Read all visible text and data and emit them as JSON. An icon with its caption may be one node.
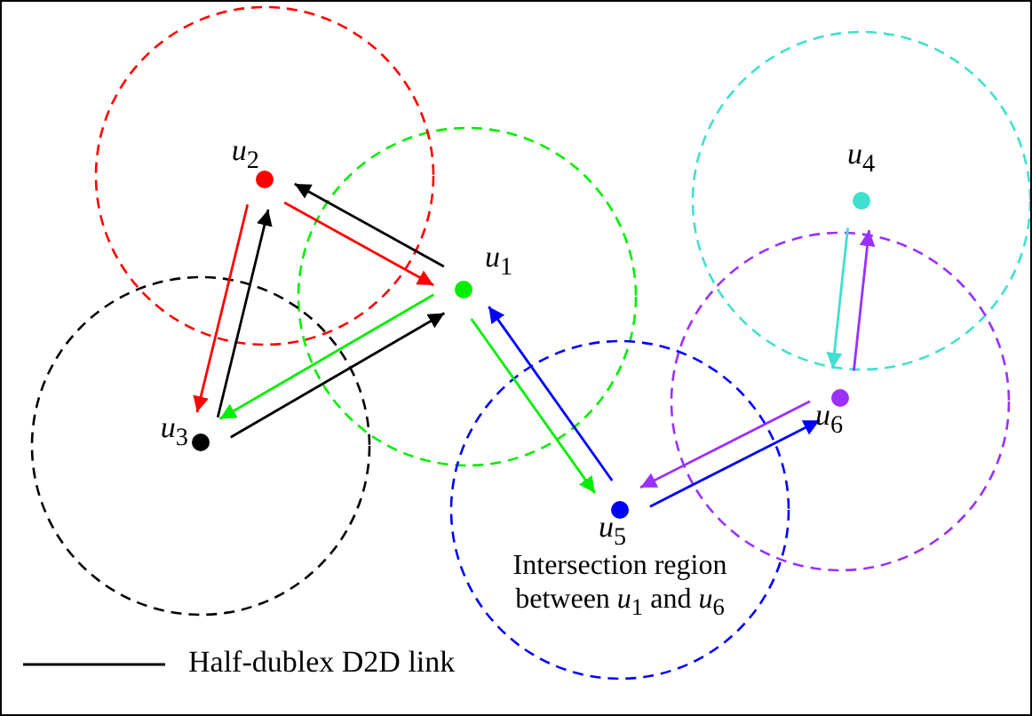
{
  "diagram": {
    "nodes": [
      {
        "text": [
          "*u*$_{1}$"
        ]
      },
      {
        "text": [
          "*u*$_{2}$"
        ]
      },
      {
        "text": [
          "*u*$_{3}$"
        ]
      },
      {
        "text": [
          "*u*$_{4}$"
        ]
      },
      {
        "text": [
          "*u*$_{5}$"
        ]
      },
      {
        "text": [
          "*u*$_{6}$"
        ]
      }
    ],
    "edges": [
      {
        "from": 1,
        "to": 0,
        "arrow": "to",
        "color": "#ff0000"
      },
      {
        "from": 0,
        "to": 1,
        "arrow": "to"
      },
      {
        "from": 1,
        "to": 2,
        "arrow": "to",
        "color": "#ff0000"
      },
      {
        "from": 2,
        "to": 1,
        "arrow": "to"
      },
      {
        "from": 2,
        "to": 0,
        "arrow": "to"
      },
      {
        "from": 0,
        "to": 2,
        "arrow": "to",
        "color": "#00ee00"
      },
      {
        "from": 0,
        "to": 4,
        "arrow": "to",
        "color": "#00ee00"
      },
      {
        "from": 4,
        "to": 0,
        "arrow": "to",
        "color": "#0000ff"
      },
      {
        "from": 4,
        "to": 5,
        "arrow": "to",
        "color": "#0000ff"
      },
      {
        "from": 5,
        "to": 4,
        "arrow": "to",
        "color": "#9b30ff"
      },
      {
        "from": 5,
        "to": 3,
        "arrow": "to",
        "color": "#9b30ff"
      },
      {
        "from": 3,
        "to": 5,
        "arrow": "to",
        "color": "#40e0d0"
      }
    ],
    "labels": [
      "Intersection region between *u*$_{1}$ and *u*$_{6}$"
    ],
    "legend": [
      {
        "text": "Half-dublex D2D link"
      }
    ]
  }
}
